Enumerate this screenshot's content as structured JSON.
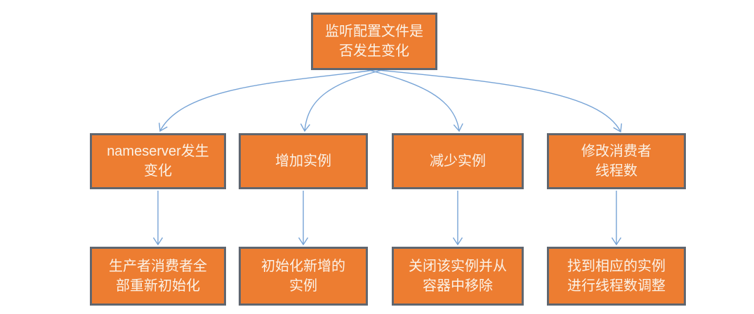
{
  "diagram": {
    "root_label": "监听配置文件是\n否发生变化",
    "branches": [
      {
        "condition": "nameserver发生\n变化",
        "action": "生产者消费者全\n部重新初始化"
      },
      {
        "condition": "增加实例",
        "action": "初始化新增的\n实例"
      },
      {
        "condition": "减少实例",
        "action": "关闭该实例并从\n容器中移除"
      },
      {
        "condition": "修改消费者\n线程数",
        "action": "找到相应的实例\n进行线程数调整"
      }
    ],
    "colors": {
      "node_fill": "#ED7D31",
      "node_border": "#60666F",
      "node_text": "#FBF2E7",
      "arrow": "#76A3D6"
    }
  }
}
